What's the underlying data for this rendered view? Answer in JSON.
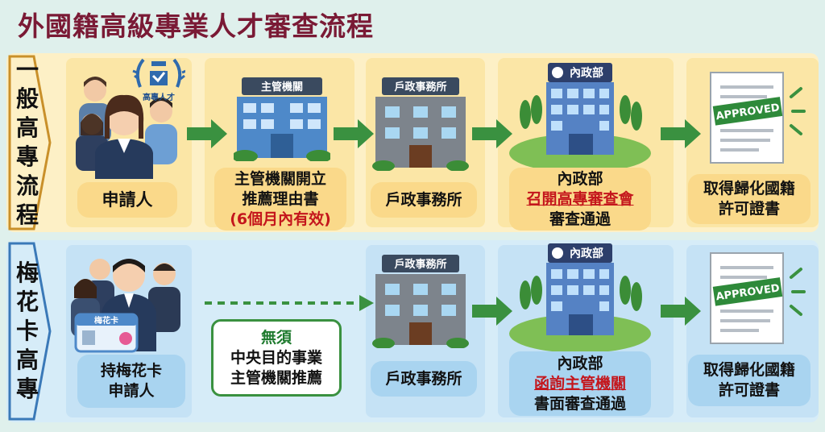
{
  "title": "外國籍高級專業人才審查流程",
  "rows": [
    {
      "label": [
        "一",
        "般",
        "高",
        "專",
        "流",
        "程"
      ],
      "steps": [
        {
          "lines": [
            "申請人"
          ]
        },
        {
          "lines": [
            "主管機關開立",
            "推薦理由書",
            "(6個月內有效)"
          ]
        },
        {
          "lines": [
            "戶政事務所"
          ]
        },
        {
          "lines": [
            "內政部",
            "召開高專審查會",
            "審查通過"
          ]
        },
        {
          "lines": [
            "取得歸化國籍",
            "許可證書"
          ]
        }
      ]
    },
    {
      "label": [
        "梅",
        "花",
        "卡",
        "高",
        "專"
      ],
      "steps": [
        {
          "lines": [
            "持梅花卡",
            "申請人"
          ]
        },
        {
          "lines": [
            "無須",
            "中央目的事業",
            "主管機關推薦"
          ]
        },
        {
          "lines": [
            "戶政事務所"
          ]
        },
        {
          "lines": [
            "內政部",
            "函詢主管機關",
            "書面審查通過"
          ]
        },
        {
          "lines": [
            "取得歸化國籍",
            "許可證書"
          ]
        }
      ]
    }
  ],
  "signs": {
    "competent_authority": "主管機關",
    "household_office": "戶政事務所",
    "interior_ministry": "內政部"
  },
  "badge_text": "高專人才",
  "card_text": "梅花卡",
  "approved_text": "APPROVED",
  "colors": {
    "title": "#7a1a35",
    "highlight_red": "#c4161c",
    "arrow_green": "#3a9140",
    "top_band": "#fdf0c6",
    "bottom_band": "#d6ecf8"
  }
}
